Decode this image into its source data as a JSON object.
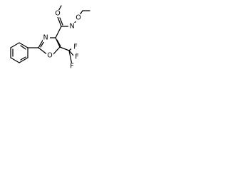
{
  "structure": {
    "atoms": {
      "n_amide": "N",
      "o_carbonyl": "O",
      "o_methoxy": "O",
      "n_ring": "N",
      "o_ring": "O",
      "fluorine_group": "F",
      "f1": "F",
      "f2": "F",
      "f3": "F"
    }
  }
}
